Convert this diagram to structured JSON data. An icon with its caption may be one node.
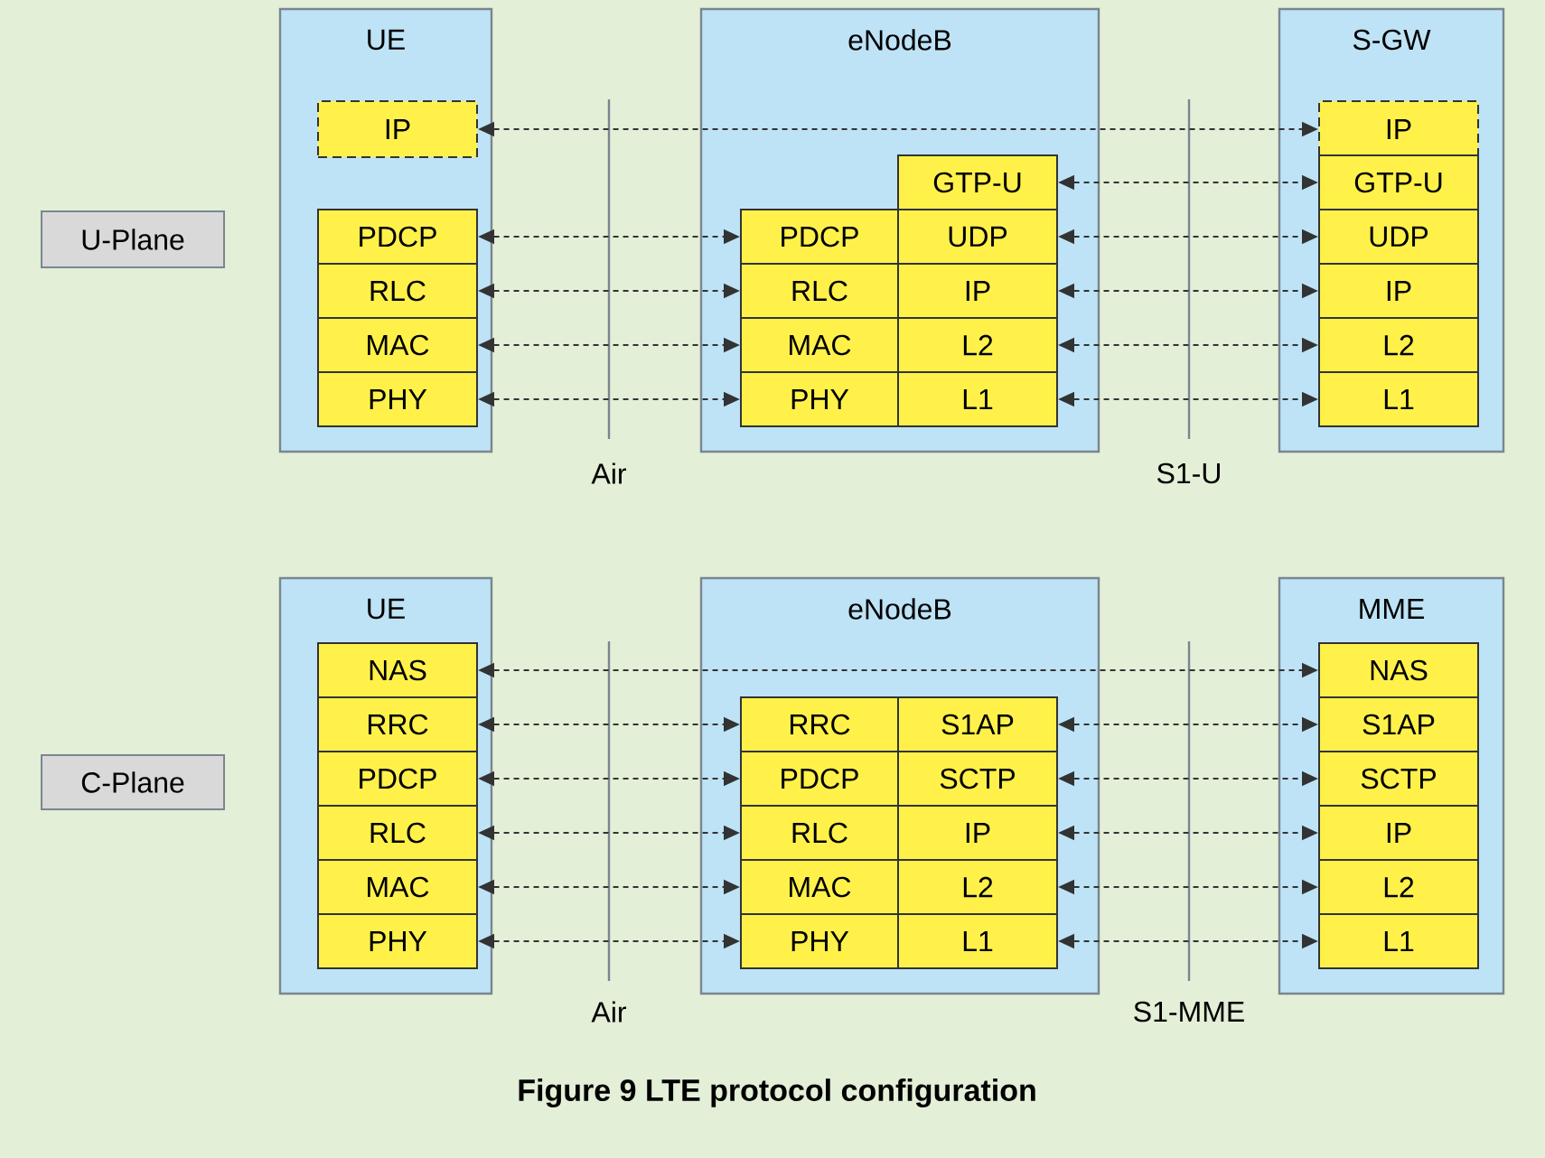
{
  "diagram": {
    "caption": "Figure 9  LTE protocol configuration",
    "nodes": [
      {
        "text": [
          "U-Plane"
        ]
      },
      {
        "text": [
          "UE"
        ]
      },
      {
        "text": [
          "IP"
        ],
        "in": 1
      },
      {
        "text": [
          "PDCP"
        ],
        "in": 1
      },
      {
        "text": [
          "RLC"
        ],
        "in": 1
      },
      {
        "text": [
          "MAC"
        ],
        "in": 1
      },
      {
        "text": [
          "PHY"
        ],
        "in": 1
      },
      {
        "text": [
          "eNodeB"
        ]
      },
      {
        "text": [
          "GTP-U"
        ],
        "in": 7
      },
      {
        "text": [
          "PDCP"
        ],
        "in": 7
      },
      {
        "text": [
          "UDP"
        ],
        "in": 7
      },
      {
        "text": [
          "RLC"
        ],
        "in": 7
      },
      {
        "text": [
          "IP"
        ],
        "in": 7
      },
      {
        "text": [
          "MAC"
        ],
        "in": 7
      },
      {
        "text": [
          "L2"
        ],
        "in": 7
      },
      {
        "text": [
          "PHY"
        ],
        "in": 7
      },
      {
        "text": [
          "L1"
        ],
        "in": 7
      },
      {
        "text": [
          "S-GW"
        ]
      },
      {
        "text": [
          "IP"
        ],
        "in": 17
      },
      {
        "text": [
          "GTP-U"
        ],
        "in": 17
      },
      {
        "text": [
          "UDP"
        ],
        "in": 17
      },
      {
        "text": [
          "IP"
        ],
        "in": 17
      },
      {
        "text": [
          "L2"
        ],
        "in": 17
      },
      {
        "text": [
          "L1"
        ],
        "in": 17
      },
      {
        "text": [
          "C-Plane"
        ]
      },
      {
        "text": [
          "UE"
        ]
      },
      {
        "text": [
          "NAS"
        ],
        "in": 25
      },
      {
        "text": [
          "RRC"
        ],
        "in": 25
      },
      {
        "text": [
          "PDCP"
        ],
        "in": 25
      },
      {
        "text": [
          "RLC"
        ],
        "in": 25
      },
      {
        "text": [
          "MAC"
        ],
        "in": 25
      },
      {
        "text": [
          "PHY"
        ],
        "in": 25
      },
      {
        "text": [
          "eNodeB"
        ]
      },
      {
        "text": [
          "RRC"
        ],
        "in": 32
      },
      {
        "text": [
          "S1AP"
        ],
        "in": 32
      },
      {
        "text": [
          "PDCP"
        ],
        "in": 32
      },
      {
        "text": [
          "SCTP"
        ],
        "in": 32
      },
      {
        "text": [
          "RLC"
        ],
        "in": 32
      },
      {
        "text": [
          "IP"
        ],
        "in": 32
      },
      {
        "text": [
          "MAC"
        ],
        "in": 32
      },
      {
        "text": [
          "L2"
        ],
        "in": 32
      },
      {
        "text": [
          "PHY"
        ],
        "in": 32
      },
      {
        "text": [
          "L1"
        ],
        "in": 32
      },
      {
        "text": [
          "MME"
        ]
      },
      {
        "text": [
          "NAS"
        ],
        "in": 43
      },
      {
        "text": [
          "S1AP"
        ],
        "in": 43
      },
      {
        "text": [
          "SCTP"
        ],
        "in": 43
      },
      {
        "text": [
          "IP"
        ],
        "in": 43
      },
      {
        "text": [
          "L2"
        ],
        "in": 43
      },
      {
        "text": [
          "L1"
        ],
        "in": 43
      }
    ],
    "edges": [
      {
        "from": 2,
        "to": 18,
        "arrow": "both",
        "style": "dashed"
      },
      {
        "from": 8,
        "to": 19,
        "arrow": "both",
        "style": "dashed"
      },
      {
        "from": 3,
        "to": 9,
        "arrow": "both",
        "style": "dashed"
      },
      {
        "from": 10,
        "to": 20,
        "arrow": "both",
        "style": "dashed"
      },
      {
        "from": 4,
        "to": 11,
        "arrow": "both",
        "style": "dashed"
      },
      {
        "from": 12,
        "to": 21,
        "arrow": "both",
        "style": "dashed"
      },
      {
        "from": 5,
        "to": 13,
        "arrow": "both",
        "style": "dashed"
      },
      {
        "from": 14,
        "to": 22,
        "arrow": "both",
        "style": "dashed"
      },
      {
        "from": 6,
        "to": 15,
        "arrow": "both",
        "style": "dashed"
      },
      {
        "from": 16,
        "to": 23,
        "arrow": "both",
        "style": "dashed"
      },
      {
        "from": 26,
        "to": 44,
        "arrow": "both",
        "style": "dashed"
      },
      {
        "from": 27,
        "to": 33,
        "arrow": "both",
        "style": "dashed"
      },
      {
        "from": 34,
        "to": 45,
        "arrow": "both",
        "style": "dashed"
      },
      {
        "from": 28,
        "to": 35,
        "arrow": "both",
        "style": "dashed"
      },
      {
        "from": 36,
        "to": 46,
        "arrow": "both",
        "style": "dashed"
      },
      {
        "from": 29,
        "to": 37,
        "arrow": "both",
        "style": "dashed"
      },
      {
        "from": 38,
        "to": 47,
        "arrow": "both",
        "style": "dashed"
      },
      {
        "from": 30,
        "to": 39,
        "arrow": "both",
        "style": "dashed"
      },
      {
        "from": 40,
        "to": 48,
        "arrow": "both",
        "style": "dashed"
      },
      {
        "from": 31,
        "to": 41,
        "arrow": "both",
        "style": "dashed"
      },
      {
        "from": 42,
        "to": 49,
        "arrow": "both",
        "style": "dashed"
      }
    ],
    "labels": [
      "Air",
      "S1-U",
      "Air",
      "S1-MME"
    ]
  }
}
